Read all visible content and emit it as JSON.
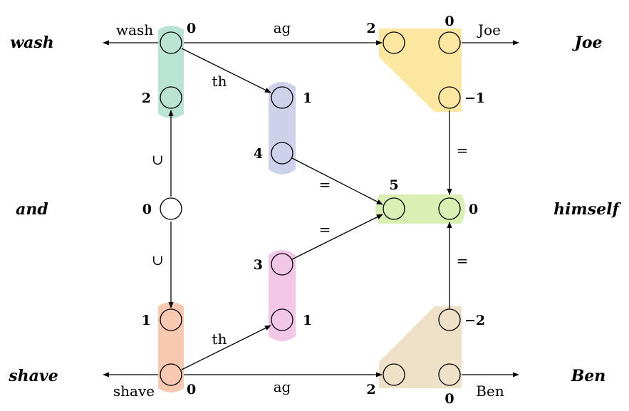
{
  "words": {
    "wash": "wash",
    "and": "and",
    "shave": "shave",
    "joe": "Joe",
    "himself": "himself",
    "ben": "Ben"
  },
  "node_numbers": {
    "wash_top": "0",
    "wash_bottom": "2",
    "and": "0",
    "shave_top": "1",
    "shave_bottom": "0",
    "th_upper_top": "1",
    "th_upper_bottom": "4",
    "th_lower_top": "3",
    "th_lower_bottom": "1",
    "joe_left": "2",
    "joe_right_top": "0",
    "joe_right_lower": "−1",
    "himself_left": "5",
    "himself_right": "0",
    "ben_left": "2",
    "ben_right_bottom": "0",
    "ben_right_upper": "−2"
  },
  "edge_labels": {
    "wash_out": "wash",
    "shave_out": "shave",
    "joe_out": "Joe",
    "ben_out": "Ben",
    "ag_top": "ag",
    "ag_bottom": "ag",
    "th_top": "th",
    "th_bottom": "th",
    "subset_upper": "⊃",
    "subset_lower": "⊃",
    "eq_upper_diag": "=",
    "eq_lower_diag": "=",
    "eq_upper_vert": "=",
    "eq_lower_vert": "="
  },
  "colors": {
    "wash_group": "#b9e3d2",
    "th_upper_group": "#cdd1ea",
    "joe_group": "#fbe7a0",
    "himself_group": "#d9efb4",
    "th_lower_group": "#f2c6e7",
    "shave_group": "#f9c8b1",
    "ben_group": "#efe0c8"
  }
}
